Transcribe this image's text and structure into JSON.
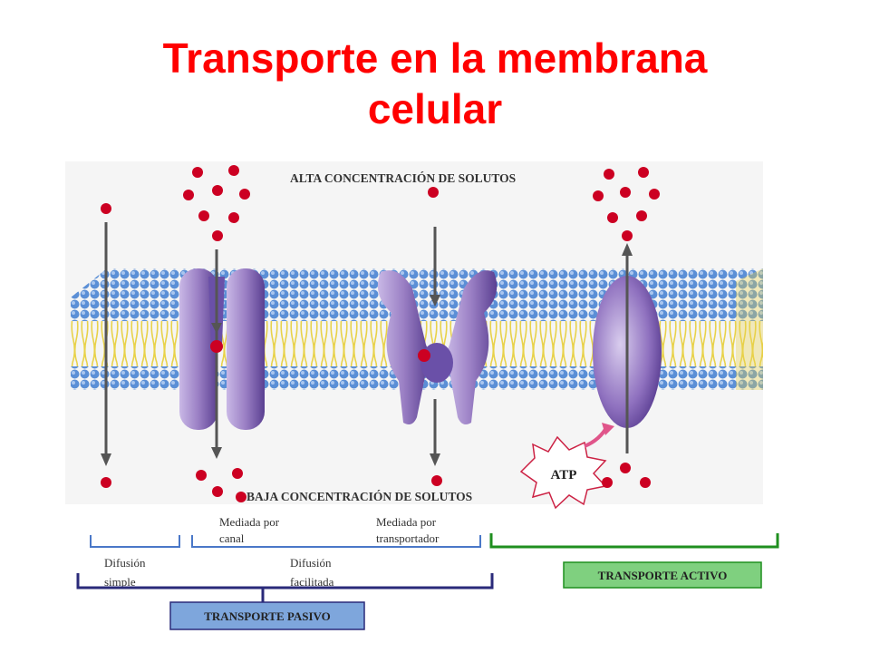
{
  "title": {
    "line1": "Transporte en la membrana",
    "line2": "celular"
  },
  "labels": {
    "high": "ALTA CONCENTRACIÓN DE SOLUTOS",
    "low": "BAJA CONCENTRACIÓN DE SOLUTOS",
    "atp": "ATP",
    "channel_1": "Mediada por",
    "channel_2": "canal",
    "carrier_1": "Mediada por",
    "carrier_2": "transportador",
    "simple_1": "Difusión",
    "simple_2": "simple",
    "facilitated_1": "Difusión",
    "facilitated_2": "facilitada",
    "passive": "TRANSPORTE PASIVO",
    "active": "TRANSPORTE ACTIVO"
  },
  "colors": {
    "title": "#ff0000",
    "solute": "#cc0022",
    "protein": "#9a7fc4",
    "lipid_head": "#5b8fd6",
    "lipid_tail": "#e8d24a",
    "passive_bracket": "#2a2a7a",
    "passive_light": "#4a78c8",
    "active_bracket": "#1f8f1f",
    "passive_box": "#7ea6dc",
    "active_box": "#7fd07f"
  }
}
